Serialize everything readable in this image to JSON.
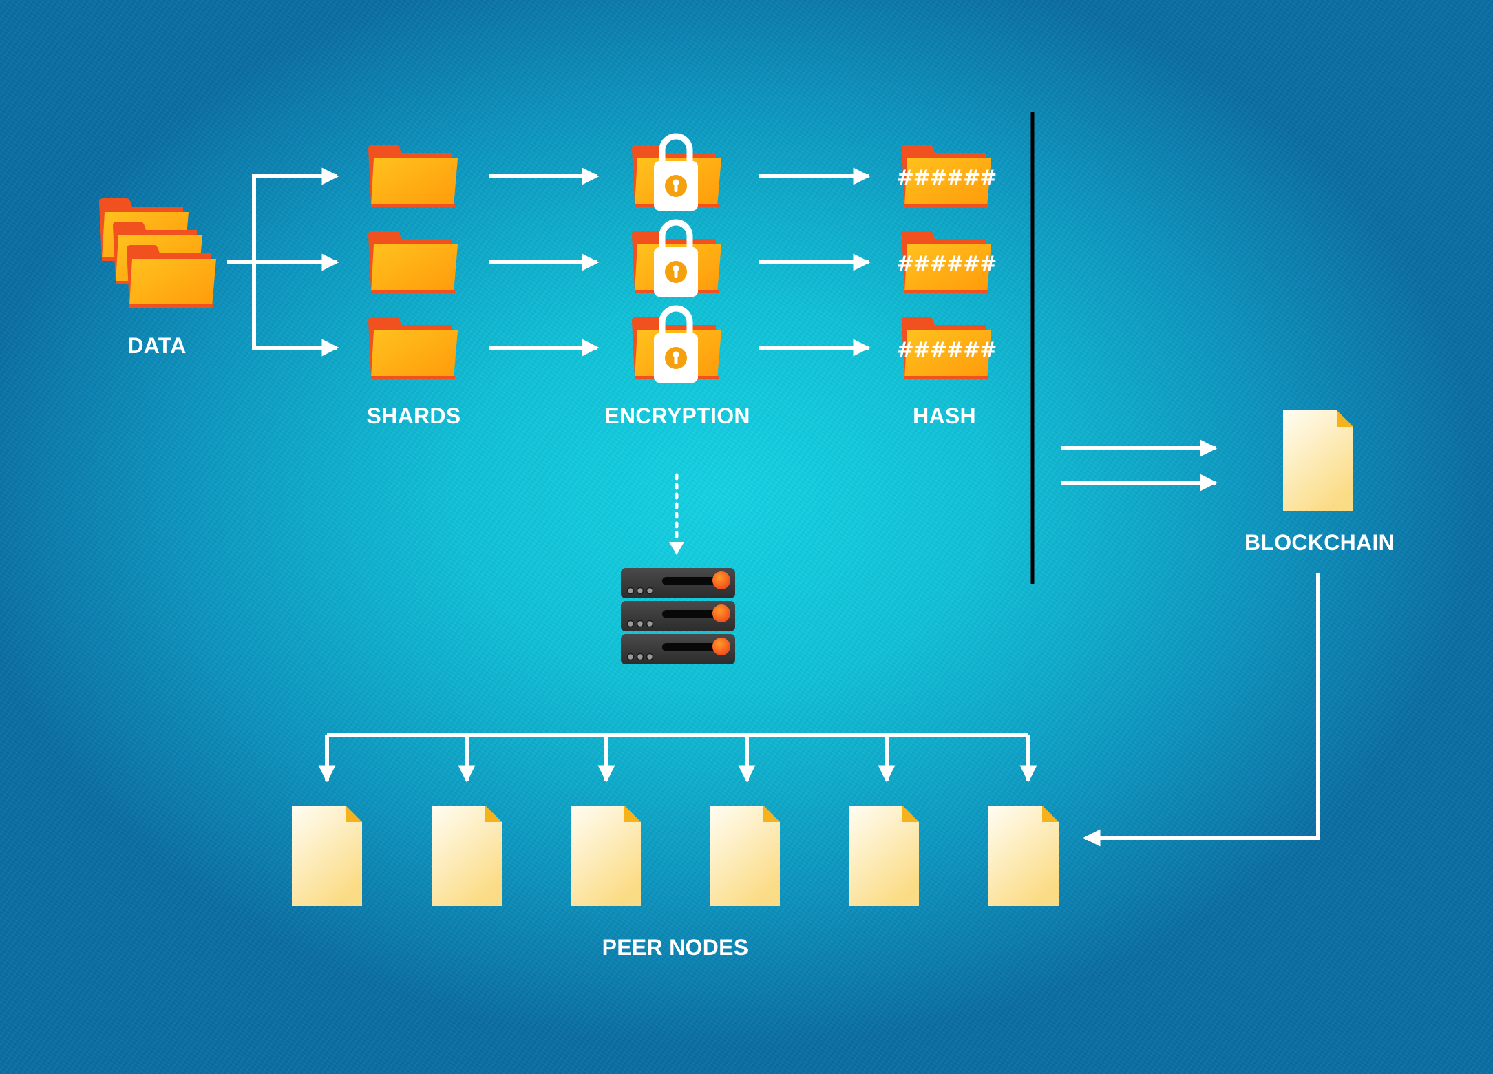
{
  "diagram": {
    "title": "Decentralized storage data flow",
    "stages": {
      "data": {
        "label": "DATA"
      },
      "shards": {
        "label": "SHARDS",
        "count": 3
      },
      "encryption": {
        "label": "ENCRYPTION",
        "count": 3
      },
      "hash": {
        "label": "HASH",
        "count": 3,
        "hash_text": "######"
      },
      "blockchain": {
        "label": "BLOCKCHAIN"
      },
      "peer_nodes": {
        "label": "PEER NODES",
        "count": 6
      },
      "storage_server": {
        "units": 3
      }
    },
    "flows": [
      {
        "from": "DATA",
        "to": "SHARDS",
        "style": "branching solid arrows"
      },
      {
        "from": "SHARDS",
        "to": "ENCRYPTION",
        "style": "solid arrows"
      },
      {
        "from": "ENCRYPTION",
        "to": "HASH",
        "style": "solid arrows"
      },
      {
        "from": "HASH",
        "to": "BLOCKCHAIN",
        "style": "two solid arrows"
      },
      {
        "from": "ENCRYPTION",
        "to": "storage_server",
        "style": "dotted arrow"
      },
      {
        "from": "storage_server",
        "to": "PEER NODES",
        "style": "distribution arrows"
      },
      {
        "from": "BLOCKCHAIN",
        "to": "PEER NODES",
        "style": "elbow arrow"
      }
    ],
    "colors": {
      "background_edge": "#0a6ea3",
      "background_center": "#14d3e4",
      "folder_front": "#ffb11a",
      "folder_back": "#f0511e",
      "document": "#fff4cf",
      "document_corner": "#f6b21c",
      "server_body": "#3a3a3a",
      "server_led": "#ff6a1a",
      "arrows": "#ffffff",
      "divider": "#000000"
    }
  }
}
